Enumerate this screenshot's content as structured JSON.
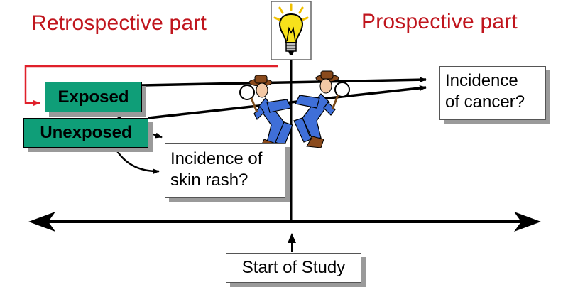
{
  "headings": {
    "retrospective": "Retrospective part",
    "prospective": "Prospective part"
  },
  "groups": {
    "exposed": "Exposed",
    "unexposed": "Unexposed"
  },
  "outcomes": {
    "cancer": [
      "Incidence",
      "of cancer?"
    ],
    "rash": [
      "Incidence of",
      "skin rash?"
    ]
  },
  "start_label": "Start of Study",
  "colors": {
    "heading": "#c0151d",
    "group_box": "#0f9e78",
    "red_arrow": "#e0202a",
    "detective_suit": "#3f6fd8",
    "bulb": "#f7e11b"
  },
  "icons": [
    "lightbulb-icon",
    "detective-icon"
  ]
}
